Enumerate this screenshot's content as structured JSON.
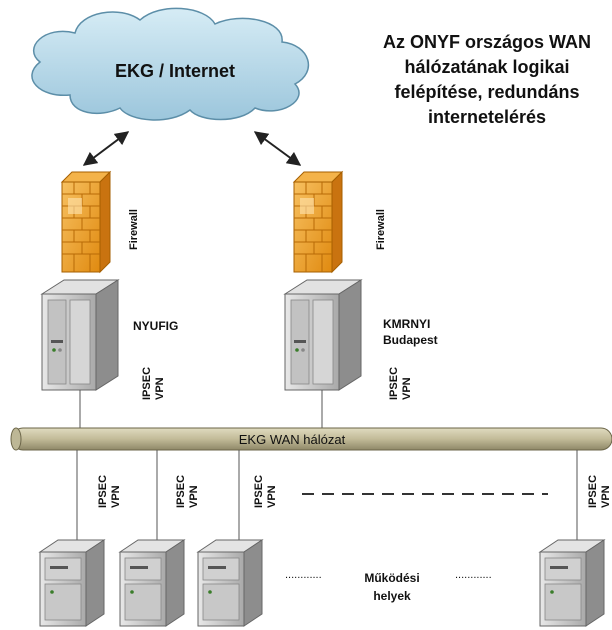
{
  "title": [
    "Az ONYF országos WAN",
    "hálózatának logikai",
    "felépítése, redundáns",
    "internetelérés"
  ],
  "cloud": {
    "label": "EKG / Internet"
  },
  "firewalls": [
    {
      "label": "Firewall"
    },
    {
      "label": "Firewall"
    }
  ],
  "servers": [
    {
      "label_lines": [
        "NYUFIG"
      ],
      "vpn_label": [
        "IPSEC",
        "VPN"
      ]
    },
    {
      "label_lines": [
        "KMRNYI",
        "Budapest"
      ],
      "vpn_label": [
        "IPSEC",
        "VPN"
      ]
    }
  ],
  "wan": {
    "label": "EKG WAN hálózat"
  },
  "branch_vpn_labels": [
    [
      "IPSEC",
      "VPN"
    ],
    [
      "IPSEC",
      "VPN"
    ],
    [
      "IPSEC",
      "VPN"
    ],
    [
      "IPSEC",
      "VPN"
    ]
  ],
  "sites": {
    "label_lines": [
      "Működési",
      "helyek"
    ],
    "separator": "............"
  },
  "colors": {
    "cloud": "#b8d8e8",
    "wan_bar": "#c9c3a3",
    "firewall": "#f0a020",
    "server": "#cfcfcf"
  },
  "icons": [
    "cloud-icon",
    "firewall-icon",
    "server-icon",
    "arrow-icon"
  ]
}
